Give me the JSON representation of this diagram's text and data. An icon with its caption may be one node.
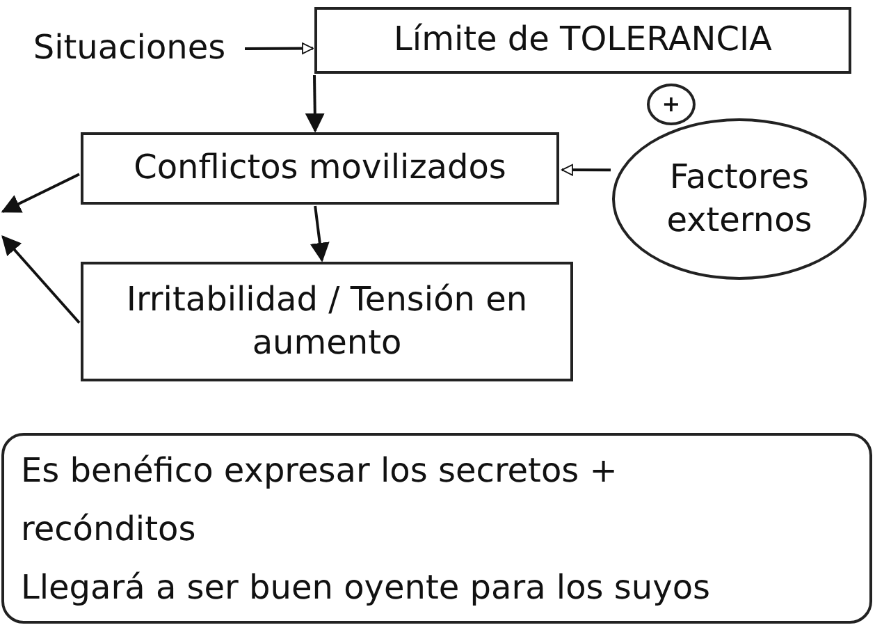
{
  "diagram": {
    "nodes": [
      {
        "text": [
          "Situaciones"
        ]
      },
      {
        "text": [
          "Límite de TOLERANCIA"
        ]
      },
      {
        "text": [
          "Conflictos movilizados"
        ]
      },
      {
        "text": [
          "+"
        ]
      },
      {
        "text": [
          "Factores externos"
        ]
      },
      {
        "text": [
          "Irritabilidad / Tensión en aumento"
        ]
      },
      {
        "text": [
          "Es benéfico expresar los secretos + recónditos",
          "Llegará a ser buen oyente para los suyos"
        ]
      }
    ],
    "edges": [
      {
        "from": 0,
        "to": 1,
        "arrow": "to"
      },
      {
        "from": 1,
        "to": 2,
        "arrow": "to"
      },
      {
        "from": 4,
        "to": 2,
        "arrow": "to"
      },
      {
        "from": 2,
        "to": 5,
        "arrow": "to"
      },
      {
        "from": 2,
        "to": null,
        "arrow": "to"
      },
      {
        "from": 5,
        "to": null,
        "arrow": "to"
      }
    ]
  }
}
